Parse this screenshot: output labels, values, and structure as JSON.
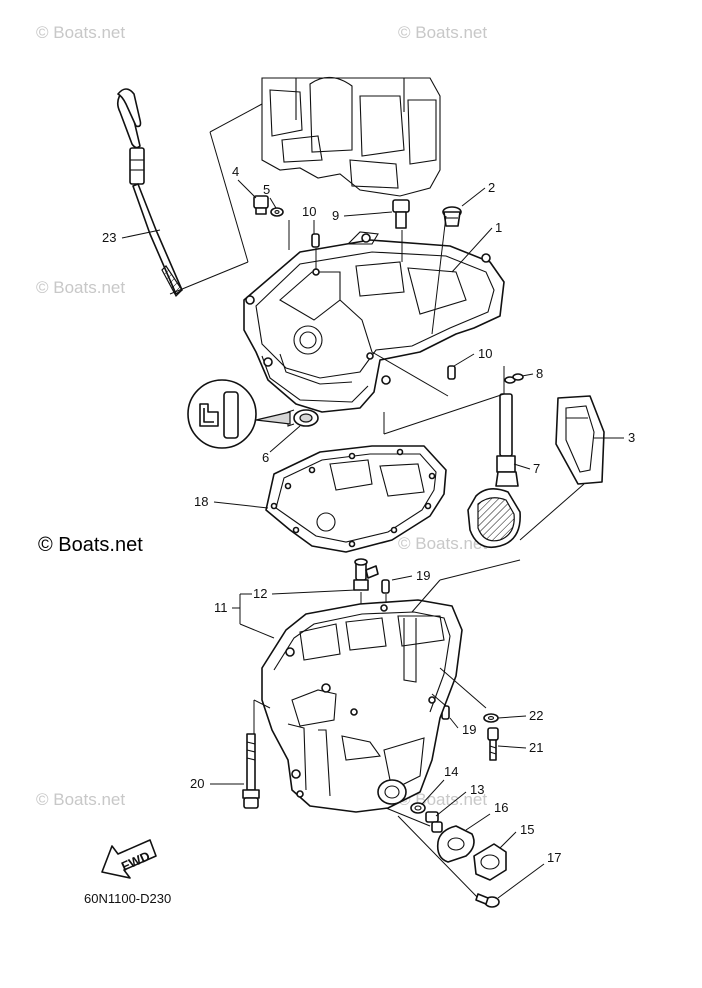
{
  "watermarks": {
    "text": "© Boats.net",
    "prominent": "© Boats.net"
  },
  "diagram_code": "60N1100-D230",
  "direction_label": "FWD",
  "callouts": {
    "p1": "1",
    "p2": "2",
    "p3": "3",
    "p4": "4",
    "p5": "5",
    "p6": "6",
    "p7": "7",
    "p8": "8",
    "p9": "9",
    "p10a": "10",
    "p10b": "10",
    "p11": "11",
    "p12": "12",
    "p13": "13",
    "p14": "14",
    "p15": "15",
    "p16": "16",
    "p17": "17",
    "p18": "18",
    "p19a": "19",
    "p19b": "19",
    "p20": "20",
    "p21": "21",
    "p22": "22",
    "p23": "23"
  }
}
